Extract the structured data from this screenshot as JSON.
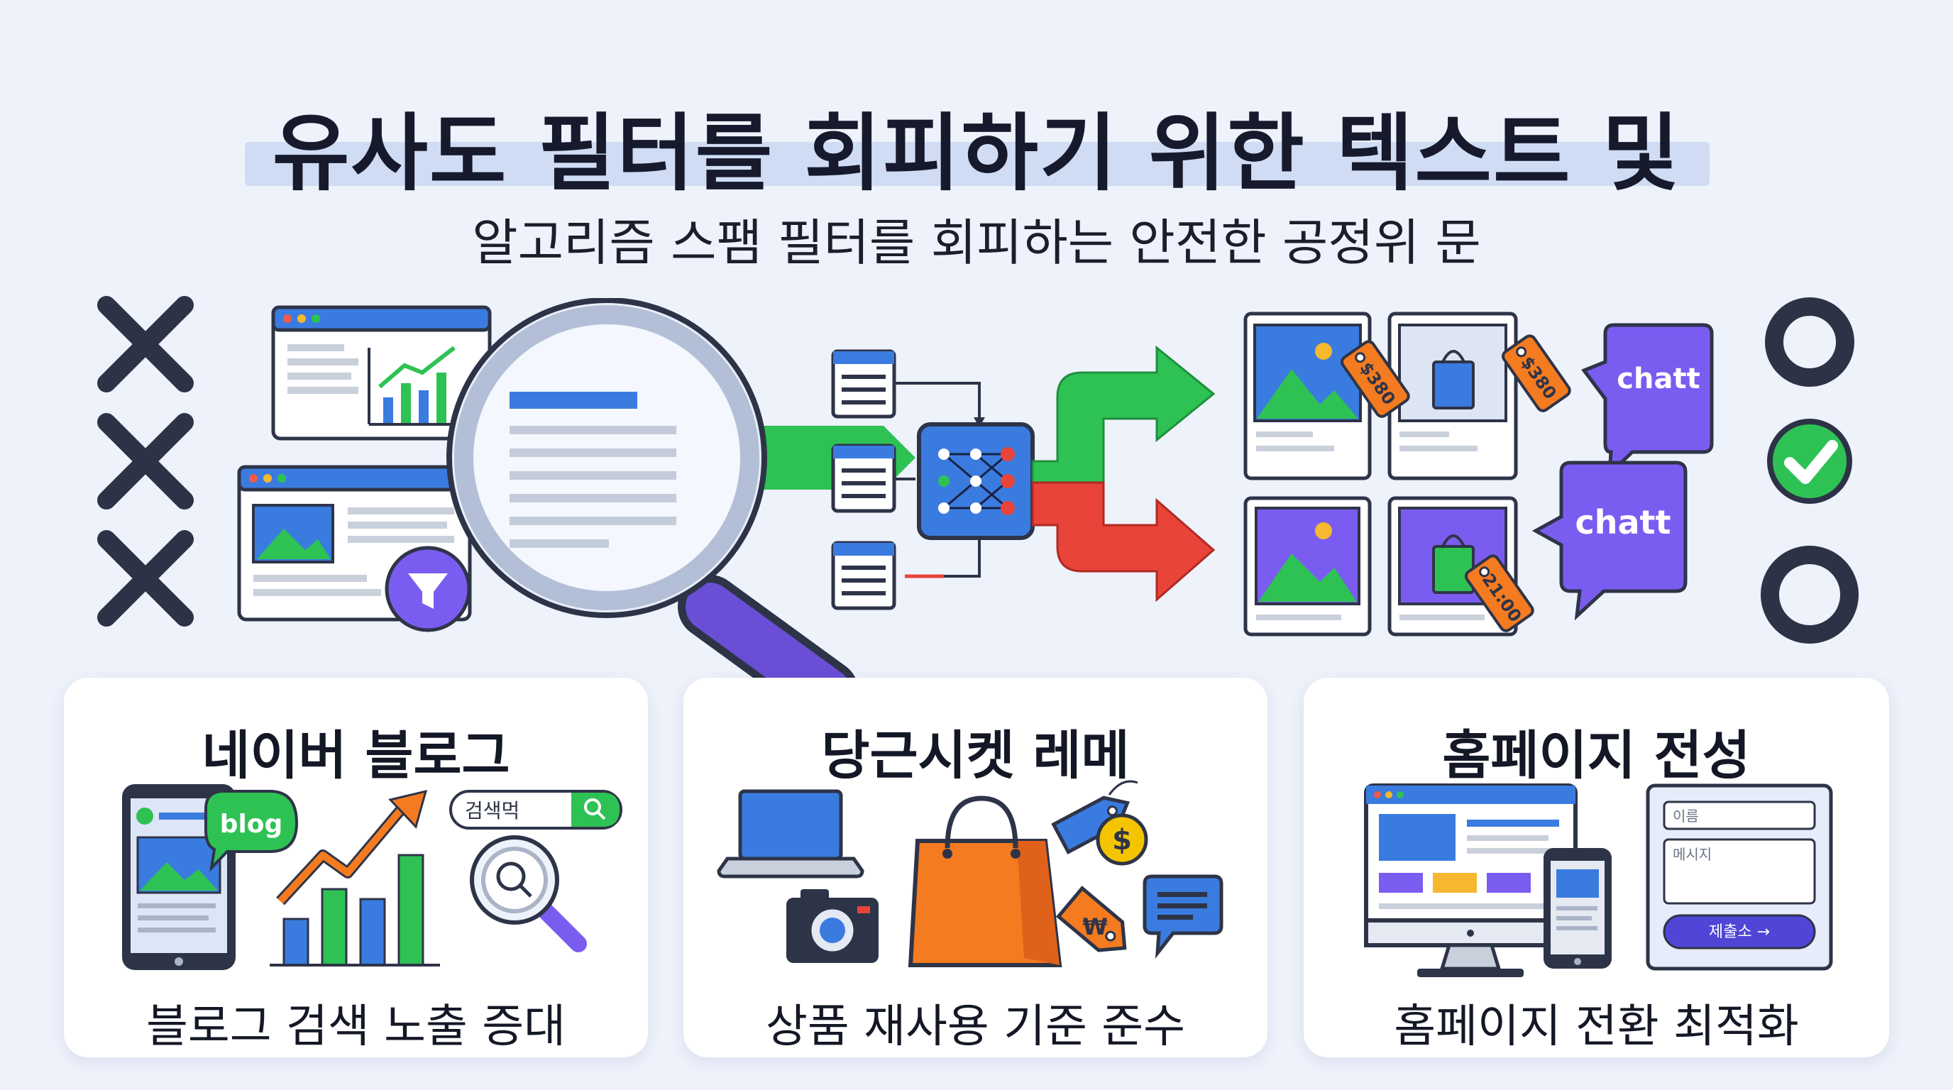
{
  "header": {
    "title": "유사도 필터를 회피하기 위한 텍스트 및",
    "subtitle": "알고리즘 스팸 필터를 회피하는 안전한 공정위 문"
  },
  "illustration": {
    "price_tags": [
      "$380",
      "$380",
      "21:00"
    ],
    "chat_bubbles": [
      "chatt",
      "chatt"
    ],
    "left_marks": [
      "x-icon",
      "x-icon",
      "x-icon"
    ],
    "right_marks": [
      "circle-icon",
      "check-icon",
      "circle-icon"
    ]
  },
  "cards": [
    {
      "title": "네이버 블로그",
      "caption": "블로그 검색 노출 증대",
      "blog_badge": "blog",
      "search_text": "검색먹"
    },
    {
      "title": "당근시켓 레메",
      "caption": "상품 재사용 기준 준수",
      "dollar": "$",
      "won": "₩"
    },
    {
      "title": "홈페이지 전성",
      "caption": "홈페이지 전환 최적화",
      "form_name_placeholder": "이름",
      "form_message_placeholder": "메시지",
      "form_submit": "제출소 →"
    }
  ],
  "colors": {
    "background": "#eef2fb",
    "accent_blue": "#3a7be0",
    "green": "#2ec254",
    "red": "#e8443a",
    "purple": "#7b5cf0",
    "orange": "#f47b20",
    "dark": "#2e3448"
  }
}
